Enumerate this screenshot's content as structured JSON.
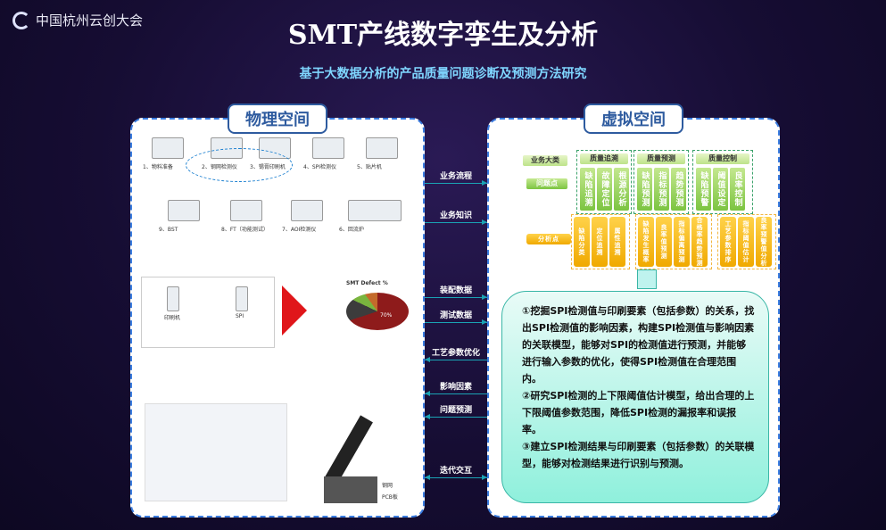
{
  "logo": "中国杭州云创大会",
  "title": "SMT产线数字孪生及分析",
  "subtitle": "基于大数据分析的产品质量问题诊断及预测方法研究",
  "left": {
    "title": "物理空间",
    "stations": [
      "1、物料准备",
      "2、钢网检测仪",
      "3、锡膏印刷机",
      "4、SPI检测仪",
      "5、贴片机",
      "6、回流炉",
      "7、AOI检测仪",
      "8、FT（功能测试）",
      "9、BST"
    ],
    "small": {
      "printer": "印刷机",
      "spi": "SPI",
      "chart_title": "SMT Defect %",
      "pct": "70%",
      "steel": "钢网",
      "pcb": "PCB板"
    }
  },
  "middle": [
    {
      "label": "业务流程",
      "dir": "r"
    },
    {
      "label": "业务知识",
      "dir": "r"
    },
    {
      "label": "装配数据",
      "dir": "r"
    },
    {
      "label": "测试数据",
      "dir": "r"
    },
    {
      "label": "工艺参数优化",
      "dir": "l"
    },
    {
      "label": "影响因素",
      "dir": "l"
    },
    {
      "label": "问题预测",
      "dir": "l"
    },
    {
      "label": "迭代交互",
      "dir": "b"
    }
  ],
  "right": {
    "title": "虚拟空间",
    "row_labels": {
      "category": "业务大类",
      "problem": "问题点",
      "analysis": "分析点"
    },
    "groups": [
      {
        "name": "质量追溯",
        "problems": [
          "缺陷追溯",
          "故障定位",
          "根源分析"
        ],
        "analysis": [
          "缺陷分类",
          "定位追溯",
          "属性追溯"
        ]
      },
      {
        "name": "质量预测",
        "problems": [
          "缺陷预测",
          "指标预测",
          "趋势预测"
        ],
        "analysis": [
          "缺陷发生概率",
          "良率值预测",
          "指标偏离预测",
          "合格率趋势预测"
        ]
      },
      {
        "name": "质量控制",
        "problems": [
          "缺陷预警",
          "阈值设定",
          "良率控制"
        ],
        "analysis": [
          "工艺参数排序",
          "指标阈值估计",
          "良率预警值分析"
        ]
      }
    ],
    "description": [
      "①挖掘SPI检测值与印刷要素（包括参数）的关系，找出SPI检测值的影响因素，构建SPI检测值与影响因素的关联模型，能够对SPI的检测值进行预测，并能够进行输入参数的优化，使得SPI检测值在合理范围内。",
      "②研究SPI检测的上下限阈值估计模型，给出合理的上下限阈值参数范围，降低SPI检测的漏报率和误报率。",
      "③建立SPI检测结果与印刷要素（包括参数）的关联模型，能够对检测结果进行识别与预测。"
    ]
  },
  "colors": {
    "green": "#7cc441",
    "yellow": "#f0a900",
    "teal": "#1aa3b4"
  }
}
